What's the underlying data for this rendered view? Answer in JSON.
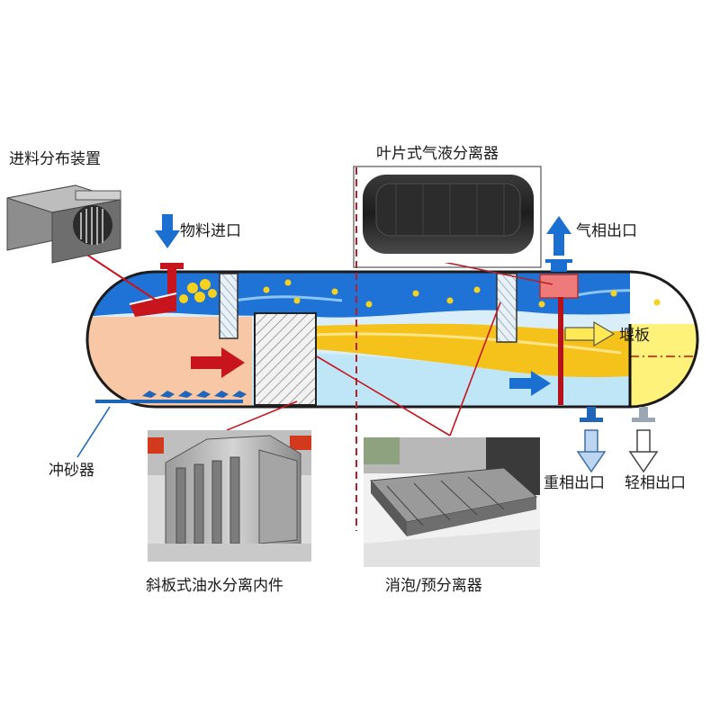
{
  "labels": {
    "feed_distributor": "进料分布装置",
    "vane_separator": "叶片式气液分离器",
    "material_inlet": "物料进口",
    "gas_outlet": "气相出口",
    "weir": "堰板",
    "sand_jet": "冲砂器",
    "heavy_outlet": "重相出口",
    "light_outlet": "轻相出口",
    "inclined_plate": "斜板式油水分离内件",
    "defoamer": "消泡/预分离器"
  },
  "colors": {
    "gas_zone": "#1f72d6",
    "oil_layer": "#f4c21b",
    "water_zone": "#bfe6f7",
    "emulsion_zone": "#f8c7a6",
    "light_chamber": "#fff27a",
    "feed_arrow": "#c8141c",
    "flow_arrow": "#1a6fd0",
    "outline": "#1c1c1c"
  }
}
